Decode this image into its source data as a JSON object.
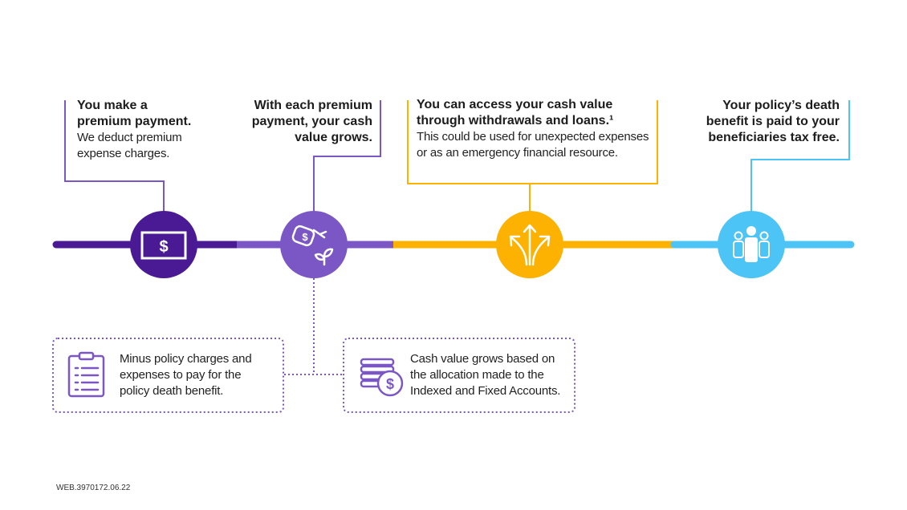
{
  "colors": {
    "dark_purple": "#4a1a94",
    "purple": "#7b57c6",
    "orange": "#fdb100",
    "blue": "#4cc4f5"
  },
  "steps": [
    {
      "title": "You make a premium payment.",
      "title_lines": [
        "You make a",
        "premium payment."
      ],
      "desc_lines": [
        "We deduct premium",
        "expense charges."
      ],
      "icon": "dollar-bill-icon"
    },
    {
      "title_lines": [
        "With each premium",
        "payment, your cash",
        "value grows."
      ],
      "icon": "watering-can-plant-icon"
    },
    {
      "title_lines": [
        "You can access your cash value",
        "through withdrawals and loans.¹"
      ],
      "desc_lines": [
        "This could be used for unexpected expenses",
        "or as an emergency financial resource."
      ],
      "icon": "diverging-arrows-icon"
    },
    {
      "title_lines": [
        "Your policy’s death",
        "benefit is paid to your",
        "beneficiaries tax free."
      ],
      "icon": "people-group-icon"
    }
  ],
  "notes": [
    {
      "lines": [
        "Minus policy charges and",
        "expenses to pay for the",
        "policy death benefit."
      ],
      "icon": "clipboard-list-icon"
    },
    {
      "lines": [
        "Cash value grows based on",
        "the allocation made to the",
        "Indexed and Fixed Accounts."
      ],
      "icon": "coin-stack-icon"
    }
  ],
  "footer": "WEB.3970172.06.22"
}
